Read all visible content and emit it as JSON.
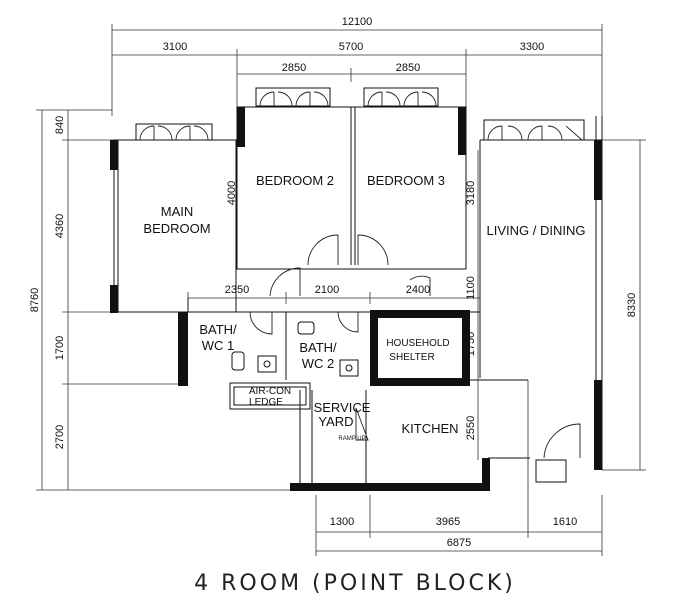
{
  "title": "4 ROOM (POINT BLOCK)",
  "rooms": {
    "main_bedroom_1": "MAIN",
    "main_bedroom_2": "BEDROOM",
    "bedroom2": "BEDROOM 2",
    "bedroom3": "BEDROOM 3",
    "living": "LIVING / DINING",
    "bath1_1": "BATH/",
    "bath1_2": "WC 1",
    "bath2_1": "BATH/",
    "bath2_2": "WC 2",
    "shelter_1": "HOUSEHOLD",
    "shelter_2": "SHELTER",
    "aircon_1": "AIR-CON",
    "aircon_2": "LEDGE",
    "service_1": "SERVICE",
    "service_2": "YARD",
    "kitchen": "KITCHEN",
    "ramp_up": "RAMP UP"
  },
  "dimensions": {
    "top_total": "12100",
    "top_left": "3100",
    "top_mid": "5700",
    "top_right": "3300",
    "bed2_width": "2850",
    "bed3_width": "2850",
    "left_840": "840",
    "left_4360": "4360",
    "left_8760": "8760",
    "left_1700": "1700",
    "left_2700": "2700",
    "bed2_height": "4000",
    "bed3_height": "3180",
    "living_height": "8330",
    "corridor_2350": "2350",
    "corridor_2100": "2100",
    "corridor_2400": "2400",
    "corridor_1100": "1100",
    "shelter_1750": "1750",
    "kitchen_2550": "2550",
    "bottom_1300": "1300",
    "bottom_3965": "3965",
    "bottom_1610": "1610",
    "bottom_total": "6875"
  }
}
